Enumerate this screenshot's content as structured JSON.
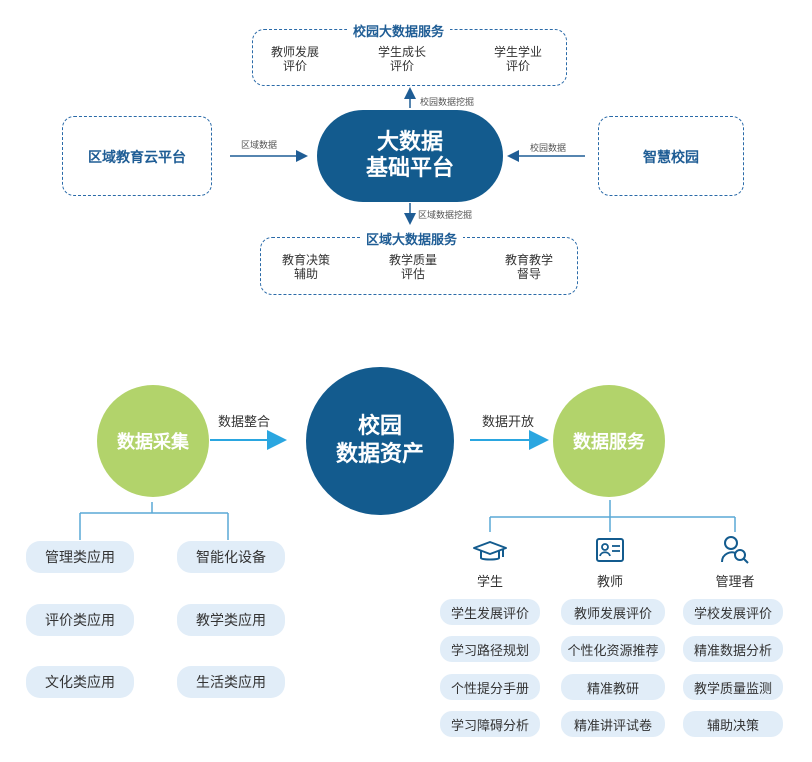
{
  "top": {
    "campus_service": {
      "title": "校园大数据服务",
      "items": [
        "教师发展\n评价",
        "学生成长\n评价",
        "学生学业\n评价"
      ]
    },
    "regional_service": {
      "title": "区域大数据服务",
      "items": [
        "教育决策\n辅助",
        "教学质量\n评估",
        "教育教学\n督导"
      ]
    },
    "core": "大数据\n基础平台",
    "left_box": "区域教育云平台",
    "right_box": "智慧校园",
    "arrow_left_label": "区域数据",
    "arrow_right_label": "校园数据",
    "arrow_up_label": "校园数据挖掘",
    "arrow_down_label": "区域数据挖掘"
  },
  "bottom": {
    "collect": "数据采集",
    "assets": "校园\n数据资产",
    "service": "数据服务",
    "arrow_integrate": "数据整合",
    "arrow_open": "数据开放",
    "collect_items": [
      "管理类应用",
      "智能化设备",
      "评价类应用",
      "教学类应用",
      "文化类应用",
      "生活类应用"
    ],
    "roles": [
      {
        "name": "学生",
        "icon": "graduation-cap-icon",
        "items": [
          "学生发展评价",
          "学习路径规划",
          "个性提分手册",
          "学习障碍分析"
        ]
      },
      {
        "name": "教师",
        "icon": "id-card-icon",
        "items": [
          "教师发展评价",
          "个性化资源推荐",
          "精准教研",
          "精准讲评试卷"
        ]
      },
      {
        "name": "管理者",
        "icon": "user-search-icon",
        "items": [
          "学校发展评价",
          "精准数据分析",
          "教学质量监测",
          "辅助决策"
        ]
      }
    ]
  },
  "colors": {
    "primary": "#135b8e",
    "green": "#b2d36b",
    "pill": "#e1edf8",
    "line": "#5aa9d6",
    "arrow": "#2aa6e0"
  }
}
